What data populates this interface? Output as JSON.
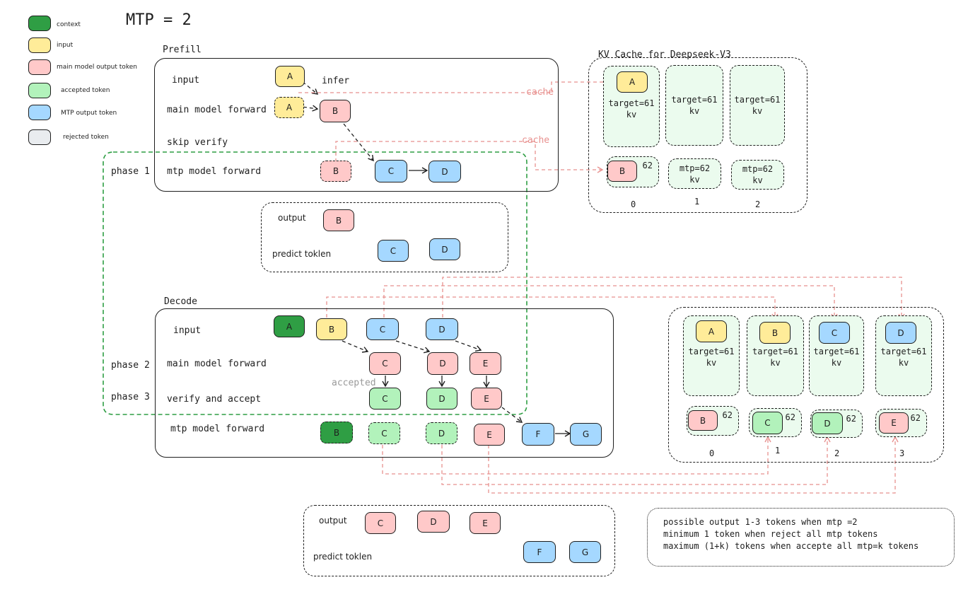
{
  "title": "MTP = 2",
  "legend": [
    {
      "label": "context",
      "color": "#2f9e44"
    },
    {
      "label": "input",
      "color": "#ffec99"
    },
    {
      "label": "main model output token",
      "color": "#ffc9c9"
    },
    {
      "label": "accepted token",
      "color": "#b2f2bb"
    },
    {
      "label": "MTP output token",
      "color": "#a5d8ff"
    },
    {
      "label": "rejected token",
      "color": "#e9ecef"
    }
  ],
  "prefill": {
    "title": "Prefill",
    "rows": {
      "input": "input",
      "main_forward": "main model forward",
      "skip_verify": "skip verify",
      "mtp_forward": "mtp model forward"
    },
    "phase1": "phase 1",
    "infer": "infer",
    "cache_label": "cache",
    "tokens": {
      "input_a": "A",
      "main_a": "A",
      "main_b": "B",
      "mtp_b": "B",
      "mtp_c": "C",
      "mtp_d": "D"
    }
  },
  "prefill_output": {
    "output_label": "output",
    "predict_label": "predict toklen",
    "tokens": {
      "out_b": "B",
      "pred_c": "C",
      "pred_d": "D"
    }
  },
  "kv1": {
    "title": "KV Cache for Deepseek-V3",
    "target_lines": [
      "target=61",
      "kv"
    ],
    "mtp_lines": [
      "mtp=62",
      "kv"
    ],
    "overlap_suffix": "62",
    "token_a": "A",
    "token_b": "B",
    "indices": [
      "0",
      "1",
      "2"
    ]
  },
  "decode": {
    "title": "Decode",
    "rows": {
      "input": "input",
      "main_forward": "main model forward",
      "verify": "verify and accept",
      "mtp_forward": "mtp model forward"
    },
    "phase2": "phase 2",
    "phase3": "phase 3",
    "accepted": "accepted",
    "tokens": {
      "in_a": "A",
      "in_b": "B",
      "in_c": "C",
      "in_d": "D",
      "main_c": "C",
      "main_d": "D",
      "main_e": "E",
      "ver_c": "C",
      "ver_d": "D",
      "ver_e": "E",
      "mtp_b": "B",
      "mtp_c": "C",
      "mtp_d": "D",
      "mtp_e": "E",
      "mtp_f": "F",
      "mtp_g": "G"
    }
  },
  "kv2": {
    "target_lines": [
      "target=61",
      "kv"
    ],
    "overlap_suffix": "62",
    "top_tokens": [
      "A",
      "B",
      "C",
      "D"
    ],
    "bottom_tokens": [
      "B",
      "C",
      "D",
      "E"
    ],
    "indices": [
      "0",
      "1",
      "2",
      "3"
    ]
  },
  "decode_output": {
    "output_label": "output",
    "predict_label": "predict toklen",
    "tokens": {
      "out_c": "C",
      "out_d": "D",
      "out_e": "E",
      "pred_f": "F",
      "pred_g": "G"
    }
  },
  "notes": [
    "possible output 1-3 tokens when mtp =2",
    "minimum 1 token when reject all mtp tokens",
    "maximum (1+k) tokens when accepte all mtp=k tokens"
  ]
}
